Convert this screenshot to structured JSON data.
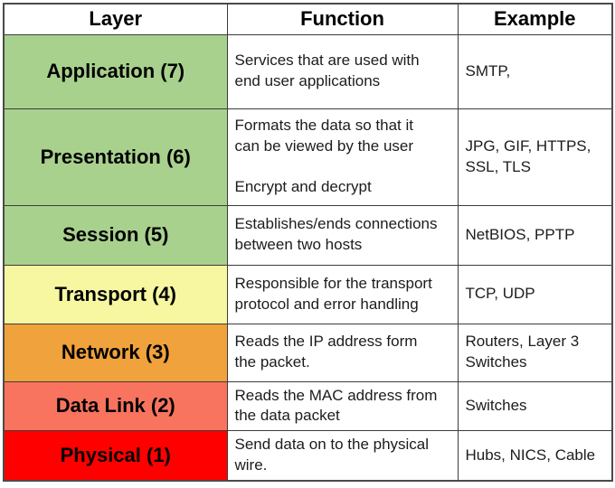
{
  "table": {
    "headers": [
      "Layer",
      "Function",
      "Example"
    ],
    "rows": [
      {
        "layer": "Application (7)",
        "color": "#A9D18E",
        "function": "Services that are used with\nend user applications",
        "example": "SMTP,"
      },
      {
        "layer": "Presentation (6)",
        "color": "#A9D18E",
        "function": "Formats the data so that it\ncan be viewed by the user\n\nEncrypt and decrypt",
        "example": "JPG, GIF, HTTPS,\nSSL, TLS"
      },
      {
        "layer": "Session (5)",
        "color": "#A9D18E",
        "function": "Establishes/ends connections\nbetween two hosts",
        "example": "NetBIOS, PPTP"
      },
      {
        "layer": "Transport (4)",
        "color": "#F7F7A2",
        "function": "Responsible for the transport\nprotocol and error handling",
        "example": "TCP, UDP"
      },
      {
        "layer": "Network (3)",
        "color": "#F0A23C",
        "function": "Reads the IP address form\nthe packet.",
        "example": "Routers, Layer 3\nSwitches"
      },
      {
        "layer": "Data Link (2)",
        "color": "#F8745E",
        "function": "Reads the MAC address from\nthe data packet",
        "example": "Switches"
      },
      {
        "layer": "Physical (1)",
        "color": "#FF0000",
        "function": "Send data on to the physical\nwire.",
        "example": "Hubs, NICS, Cable"
      }
    ]
  }
}
